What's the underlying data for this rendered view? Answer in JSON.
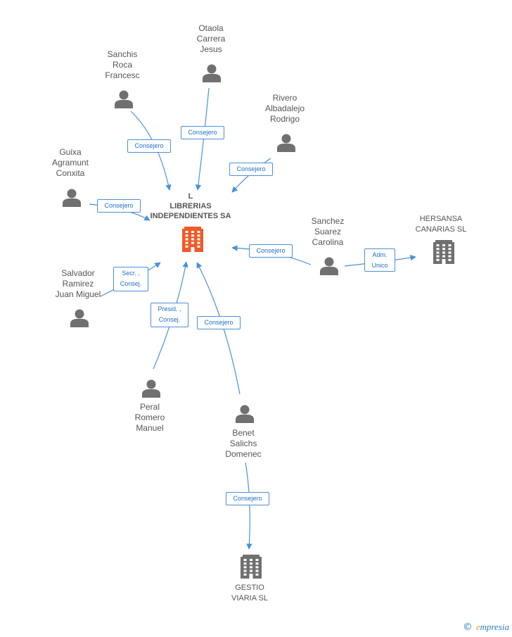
{
  "colors": {
    "edge": "#4a90d9",
    "person": "#707070",
    "company": "#707070",
    "main_company": "#f05a28"
  },
  "main_company": {
    "name": "L\nLIBRERIAS\nINDEPENDIENTES SA"
  },
  "persons": [
    {
      "id": "otaola",
      "name": "Otaola\nCarrera\nJesus"
    },
    {
      "id": "sanchis",
      "name": "Sanchis\nRoca\nFrancesc"
    },
    {
      "id": "rivero",
      "name": "Rivero\nAlbadalejo\nRodrigo"
    },
    {
      "id": "guixa",
      "name": "Guixa\nAgramunt\nConxita"
    },
    {
      "id": "sanchez",
      "name": "Sanchez\nSuarez\nCarolina"
    },
    {
      "id": "salvador",
      "name": "Salvador\nRamirez\nJuan Miguel"
    },
    {
      "id": "peral",
      "name": "Peral\nRomero\nManuel"
    },
    {
      "id": "benet",
      "name": "Benet\nSalichs\nDomenec"
    }
  ],
  "companies": [
    {
      "id": "hersansa",
      "name": "HERSANSA\nCANARIAS  SL"
    },
    {
      "id": "gestio",
      "name": "GESTIO\nVIARIA SL"
    }
  ],
  "relations": [
    {
      "id": "otaola",
      "label": "Consejero"
    },
    {
      "id": "sanchis",
      "label": "Consejero"
    },
    {
      "id": "rivero",
      "label": "Consejero"
    },
    {
      "id": "guixa",
      "label": "Consejero"
    },
    {
      "id": "sanchez",
      "label": "Consejero"
    },
    {
      "id": "sanchez-hersansa",
      "label": "Adm.\nUnico"
    },
    {
      "id": "salvador",
      "label": "Secr. ,\nConsej."
    },
    {
      "id": "peral",
      "label": "Presid. ,\nConsej."
    },
    {
      "id": "benet",
      "label": "Consejero"
    },
    {
      "id": "benet-gestio",
      "label": "Consejero"
    }
  ],
  "footer": {
    "copyright_symbol": "©",
    "brand_first": "e",
    "brand_rest": "mpresia"
  }
}
